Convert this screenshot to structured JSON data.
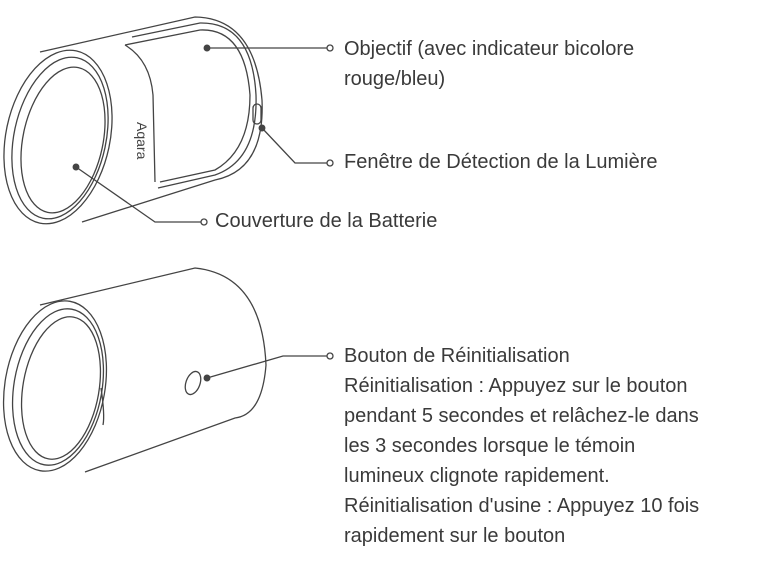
{
  "device_top": {
    "brand_logo": "Aqara",
    "callouts": {
      "lens": [
        "Objectif (avec indicateur bicolore",
        "rouge/bleu)"
      ],
      "light_sensor": "Fenêtre de Détection de la Lumière",
      "battery_cover": "Couverture de la Batterie"
    }
  },
  "device_bottom": {
    "callouts": {
      "reset": [
        "Bouton de Réinitialisation",
        "Réinitialisation : Appuyez sur le bouton",
        "pendant 5 secondes et relâchez-le dans",
        "les 3 secondes lorsque le témoin",
        "lumineux clignote rapidement.",
        "Réinitialisation d'usine : Appuyez 10 fois",
        "rapidement sur le bouton"
      ]
    }
  }
}
